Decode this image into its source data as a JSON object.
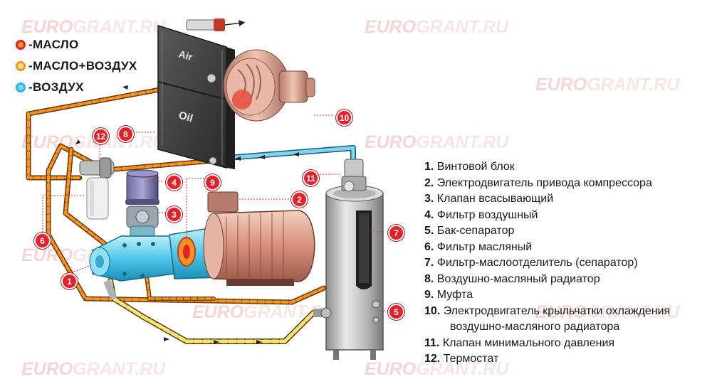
{
  "legend": [
    {
      "label": "-МАСЛО",
      "fill": "#f7941d",
      "ring": "#e4202a"
    },
    {
      "label": "-МАСЛО+ВОЗДУХ",
      "fill": "#f9e27a",
      "ring": "#f7941d"
    },
    {
      "label": "-ВОЗДУХ",
      "fill": "#7fd6f0",
      "ring": "#29b6e6"
    }
  ],
  "radiator": {
    "air_label": "Air",
    "oil_label": "Oil"
  },
  "parts": [
    {
      "num": "1.",
      "text": "Винтовой блок"
    },
    {
      "num": "2.",
      "text": "Электродвигатель привода компрессора"
    },
    {
      "num": "3.",
      "text": "Клапан всасывающий"
    },
    {
      "num": "4.",
      "text": "Фильтр воздушный"
    },
    {
      "num": "5.",
      "text": "Бак-сепаратор"
    },
    {
      "num": "6.",
      "text": "Фильтр масляный"
    },
    {
      "num": "7.",
      "text": "Фильтр-маслоотделитель (сепаратор)"
    },
    {
      "num": "8.",
      "text": "Воздушно-масляный радиатор"
    },
    {
      "num": "9.",
      "text": "Муфта"
    },
    {
      "num": "10.",
      "text": "Электродвигатель крыльчатки охлаждения",
      "cont": "воздушно-масляного радиатора"
    },
    {
      "num": "11.",
      "text": "Клапан минимального давления"
    },
    {
      "num": "12.",
      "text": "Термостат"
    }
  ],
  "badges": [
    "1",
    "2",
    "3",
    "4",
    "5",
    "6",
    "7",
    "8",
    "9",
    "10",
    "11",
    "12"
  ],
  "watermark": {
    "part1": "EURO",
    "part2": "GRANT.RU"
  },
  "colors": {
    "oil": "#f7941d",
    "oil_air": "#f9e27a",
    "air": "#7fd6f0",
    "badge": "#e4202a"
  }
}
